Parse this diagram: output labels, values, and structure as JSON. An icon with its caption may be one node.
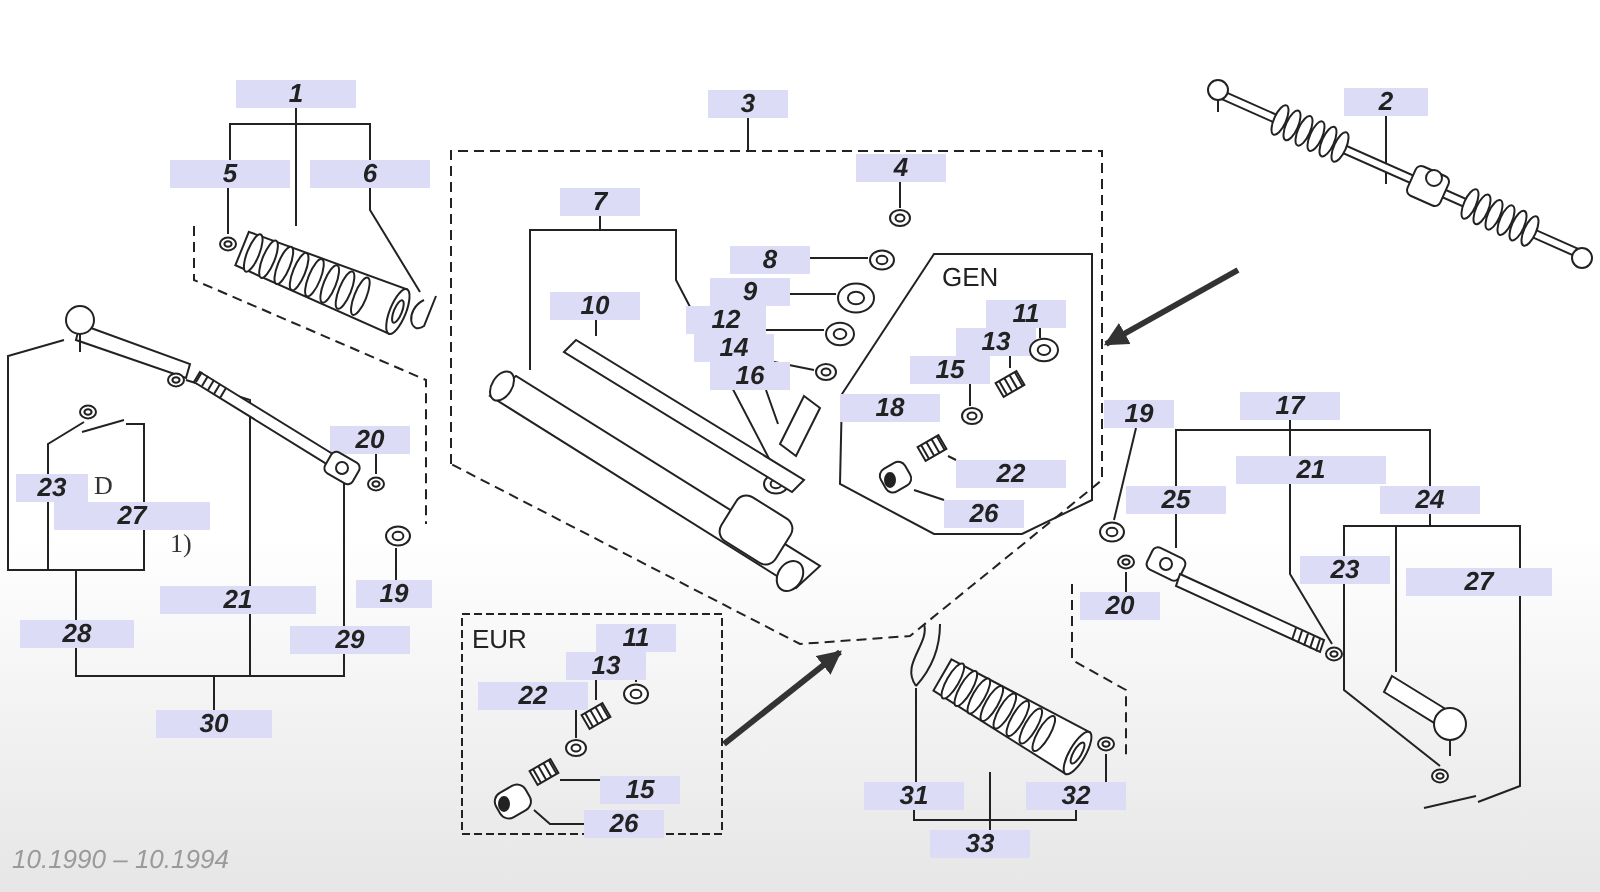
{
  "diagram": {
    "nodes": [
      {
        "text": [
          "1"
        ]
      },
      {
        "text": [
          "5"
        ]
      },
      {
        "text": [
          "6"
        ]
      },
      {
        "text": [
          "3"
        ]
      },
      {
        "text": [
          "2"
        ],
        "in": 45
      },
      {
        "text": [
          "4"
        ],
        "in": 46
      },
      {
        "text": [
          "7"
        ],
        "in": 46
      },
      {
        "text": [
          "8"
        ],
        "in": 46
      },
      {
        "text": [
          "10"
        ],
        "in": 46
      },
      {
        "text": [
          "9"
        ],
        "in": 46
      },
      {
        "text": [
          "12"
        ],
        "in": 46
      },
      {
        "text": [
          "14"
        ],
        "in": 46
      },
      {
        "text": [
          "16"
        ],
        "in": 46
      },
      {
        "text": [
          "GEN"
        ],
        "in": 46
      },
      {
        "text": [
          "11"
        ],
        "in": 13
      },
      {
        "text": [
          "13"
        ],
        "in": 13
      },
      {
        "text": [
          "15"
        ],
        "in": 13
      },
      {
        "text": [
          "18"
        ],
        "in": 13
      },
      {
        "text": [
          "22"
        ],
        "in": 13
      },
      {
        "text": [
          "26"
        ],
        "in": 13
      },
      {
        "text": [
          "19"
        ]
      },
      {
        "text": [
          "17"
        ]
      },
      {
        "text": [
          "21"
        ]
      },
      {
        "text": [
          "25"
        ]
      },
      {
        "text": [
          "24"
        ]
      },
      {
        "text": [
          "23"
        ]
      },
      {
        "text": [
          "27"
        ]
      },
      {
        "text": [
          "20"
        ]
      },
      {
        "text": [
          "20"
        ]
      },
      {
        "text": [
          "23"
        ],
        "beside": [
          "D"
        ]
      },
      {
        "text": [
          "27"
        ],
        "beside": [
          "1)"
        ]
      },
      {
        "text": [
          "21"
        ]
      },
      {
        "text": [
          "19"
        ]
      },
      {
        "text": [
          "28"
        ]
      },
      {
        "text": [
          "29"
        ]
      },
      {
        "text": [
          "30"
        ]
      },
      {
        "text": [
          "EUR"
        ]
      },
      {
        "text": [
          "11"
        ],
        "in": 36
      },
      {
        "text": [
          "13"
        ],
        "in": 36
      },
      {
        "text": [
          "22"
        ],
        "in": 36
      },
      {
        "text": [
          "15"
        ],
        "in": 36
      },
      {
        "text": [
          "26"
        ],
        "in": 36
      },
      {
        "text": [
          "31"
        ]
      },
      {
        "text": [
          "32"
        ]
      },
      {
        "text": [
          "33"
        ]
      },
      {
        "text": [],
        "shape": "picture"
      },
      {
        "text": [],
        "shape": "box"
      },
      {
        "text": [],
        "shape": "picture"
      },
      {
        "text": [],
        "shape": "picture"
      },
      {
        "text": [],
        "shape": "picture"
      },
      {
        "text": [],
        "shape": "picture"
      },
      {
        "text": [],
        "shape": "picture"
      },
      {
        "text": [],
        "shape": "picture"
      },
      {
        "text": [],
        "shape": "picture"
      },
      {
        "text": [],
        "shape": "picture"
      },
      {
        "text": [],
        "shape": "picture"
      },
      {
        "text": [],
        "shape": "picture"
      },
      {
        "text": [],
        "shape": "picture",
        "in": 46
      },
      {
        "text": [],
        "shape": "picture",
        "in": 46
      },
      {
        "text": [],
        "shape": "picture",
        "in": 46
      },
      {
        "text": [],
        "shape": "picture",
        "in": 46
      },
      {
        "text": [],
        "shape": "picture",
        "in": 46
      },
      {
        "text": [],
        "shape": "picture",
        "in": 46
      },
      {
        "text": [],
        "shape": "picture",
        "in": 46
      },
      {
        "text": [],
        "shape": "picture",
        "in": 46
      },
      {
        "text": [],
        "shape": "picture",
        "in": 46
      },
      {
        "text": [],
        "shape": "picture",
        "in": 13
      },
      {
        "text": [],
        "shape": "picture",
        "in": 13
      },
      {
        "text": [],
        "shape": "picture",
        "in": 13
      },
      {
        "text": [],
        "shape": "picture",
        "in": 13
      },
      {
        "text": [],
        "shape": "picture",
        "in": 13
      },
      {
        "text": [],
        "shape": "picture"
      },
      {
        "text": [],
        "shape": "picture"
      },
      {
        "text": [],
        "shape": "picture"
      },
      {
        "text": [],
        "shape": "picture"
      },
      {
        "text": [],
        "shape": "picture"
      },
      {
        "text": [],
        "shape": "picture"
      },
      {
        "text": [],
        "shape": "picture"
      },
      {
        "text": [],
        "shape": "picture",
        "in": 36
      },
      {
        "text": [],
        "shape": "picture",
        "in": 36
      },
      {
        "text": [],
        "shape": "picture",
        "in": 36
      },
      {
        "text": [],
        "shape": "picture",
        "in": 36
      },
      {
        "text": [],
        "shape": "picture",
        "in": 36
      },
      {
        "text": [],
        "shape": "picture"
      },
      {
        "text": [],
        "shape": "picture"
      },
      {
        "text": [],
        "shape": "picture"
      }
    ],
    "edges": [
      {
        "from": 0,
        "to": 47,
        "arrow": "none"
      },
      {
        "from": 0,
        "to": 1,
        "arrow": "none"
      },
      {
        "from": 0,
        "to": 2,
        "arrow": "none"
      },
      {
        "from": 1,
        "to": 48,
        "arrow": "none"
      },
      {
        "from": 2,
        "to": 49,
        "arrow": "none"
      },
      {
        "from": 3,
        "to": 46,
        "arrow": "none"
      },
      {
        "from": 4,
        "to": 45,
        "arrow": "none"
      },
      {
        "from": 5,
        "to": 57,
        "arrow": "none"
      },
      {
        "from": 6,
        "to": 64,
        "arrow": "none"
      },
      {
        "from": 7,
        "to": 58,
        "arrow": "none"
      },
      {
        "from": 8,
        "to": 65,
        "arrow": "none"
      },
      {
        "from": 9,
        "to": 59,
        "arrow": "none"
      },
      {
        "from": 10,
        "to": 60,
        "arrow": "none"
      },
      {
        "from": 11,
        "to": 61,
        "arrow": "none"
      },
      {
        "from": 12,
        "to": 62,
        "arrow": "none"
      },
      {
        "from": 14,
        "to": 66,
        "arrow": "none"
      },
      {
        "from": 15,
        "to": 67,
        "arrow": "none"
      },
      {
        "from": 16,
        "to": 68,
        "arrow": "none"
      },
      {
        "from": 18,
        "to": 69,
        "arrow": "none"
      },
      {
        "from": 19,
        "to": 70,
        "arrow": "none"
      },
      {
        "from": 20,
        "to": 71,
        "arrow": "none"
      },
      {
        "from": 21,
        "to": 22,
        "arrow": "none"
      },
      {
        "from": 21,
        "to": 23,
        "arrow": "none"
      },
      {
        "from": 21,
        "to": 24,
        "arrow": "none"
      },
      {
        "from": 22,
        "to": 74,
        "arrow": "none"
      },
      {
        "from": 23,
        "to": 73,
        "arrow": "none"
      },
      {
        "from": 24,
        "to": 25,
        "arrow": "none"
      },
      {
        "from": 24,
        "to": 26,
        "arrow": "none"
      },
      {
        "from": 24,
        "to": 75,
        "arrow": "none"
      },
      {
        "from": 25,
        "to": 76,
        "arrow": "none"
      },
      {
        "from": 26,
        "to": 77,
        "arrow": "none"
      },
      {
        "from": 27,
        "to": 72,
        "arrow": "none"
      },
      {
        "from": 28,
        "to": 55,
        "arrow": "none"
      },
      {
        "from": 29,
        "to": 52,
        "arrow": "none"
      },
      {
        "from": 30,
        "to": 53,
        "arrow": "none"
      },
      {
        "from": 31,
        "to": 51,
        "arrow": "none"
      },
      {
        "from": 32,
        "to": 56,
        "arrow": "none"
      },
      {
        "from": 33,
        "to": 29,
        "arrow": "none"
      },
      {
        "from": 33,
        "to": 30,
        "arrow": "none"
      },
      {
        "from": 33,
        "to": 50,
        "arrow": "none"
      },
      {
        "from": 34,
        "to": 54,
        "arrow": "none"
      },
      {
        "from": 35,
        "to": 33,
        "arrow": "none"
      },
      {
        "from": 35,
        "to": 31,
        "arrow": "none"
      },
      {
        "from": 35,
        "to": 34,
        "arrow": "none"
      },
      {
        "from": 37,
        "to": 78,
        "arrow": "none"
      },
      {
        "from": 38,
        "to": 79,
        "arrow": "none"
      },
      {
        "from": 39,
        "to": 80,
        "arrow": "none"
      },
      {
        "from": 40,
        "to": 81,
        "arrow": "none"
      },
      {
        "from": 41,
        "to": 82,
        "arrow": "none"
      },
      {
        "from": 44,
        "to": 84,
        "arrow": "none"
      },
      {
        "from": 44,
        "to": 42,
        "arrow": "none"
      },
      {
        "from": 44,
        "to": 43,
        "arrow": "none"
      },
      {
        "from": 42,
        "to": 83,
        "arrow": "none"
      },
      {
        "from": 43,
        "to": 85,
        "arrow": "none"
      },
      {
        "from": 45,
        "to": 46,
        "arrow": "to",
        "style": "thick"
      },
      {
        "from": 36,
        "to": 46,
        "arrow": "to",
        "style": "thick"
      },
      {
        "from": 6,
        "to": 63,
        "arrow": "none"
      }
    ],
    "labels": [
      "10.1990 – 10.1994"
    ]
  }
}
